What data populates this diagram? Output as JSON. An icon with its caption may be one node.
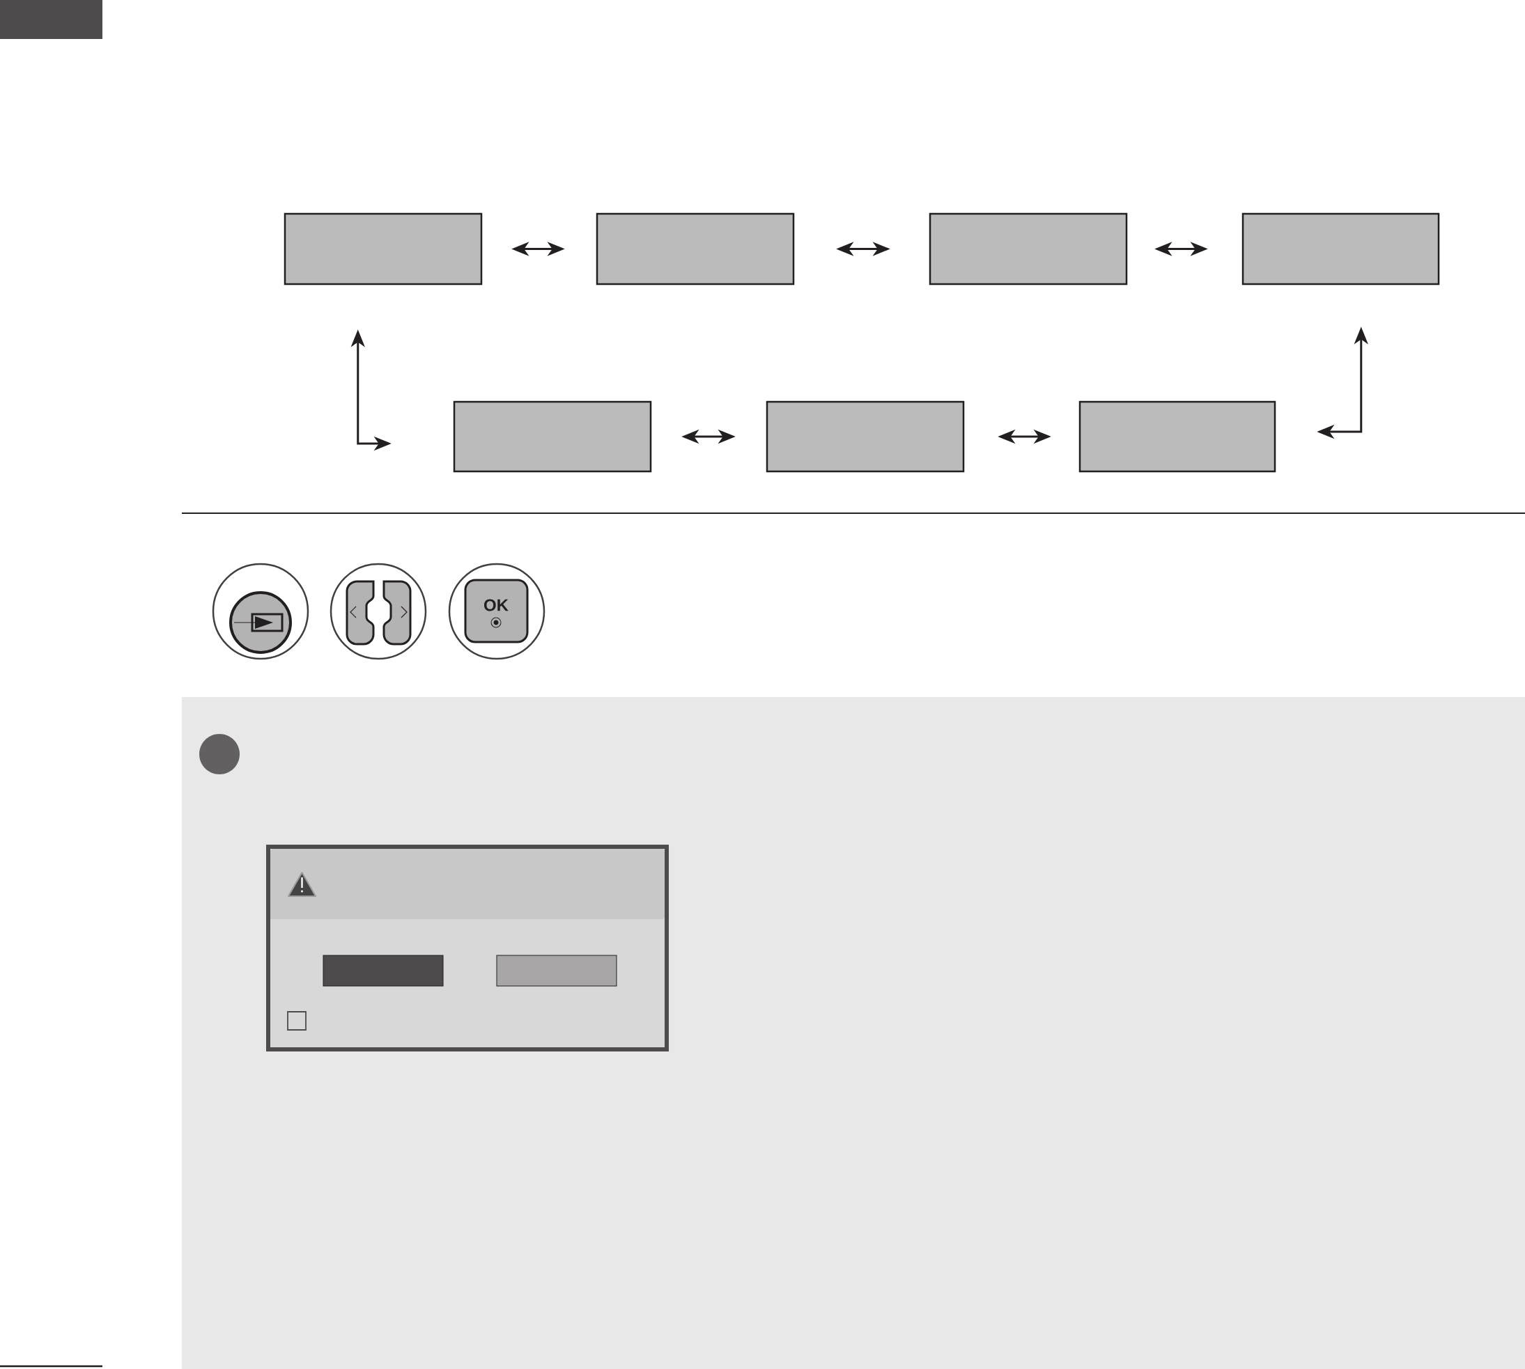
{
  "diagram": {
    "nodes": [
      {
        "text": [],
        "shape": "box"
      },
      {
        "text": [],
        "shape": "box"
      },
      {
        "text": [],
        "shape": "box"
      },
      {
        "text": [],
        "shape": "box"
      },
      {
        "text": [],
        "shape": "box"
      },
      {
        "text": [],
        "shape": "box"
      },
      {
        "text": [],
        "shape": "box"
      }
    ],
    "edges": [
      {
        "from": 0,
        "to": 1,
        "arrow": "both"
      },
      {
        "from": 1,
        "to": 2,
        "arrow": "both"
      },
      {
        "from": 2,
        "to": 3,
        "arrow": "both"
      },
      {
        "from": 4,
        "to": 5,
        "arrow": "both"
      },
      {
        "from": 5,
        "to": 6,
        "arrow": "both"
      },
      {
        "from": 0,
        "to": 4,
        "arrow": "both"
      },
      {
        "from": 3,
        "to": 6,
        "arrow": "both"
      }
    ],
    "labels": [
      "OK"
    ]
  }
}
